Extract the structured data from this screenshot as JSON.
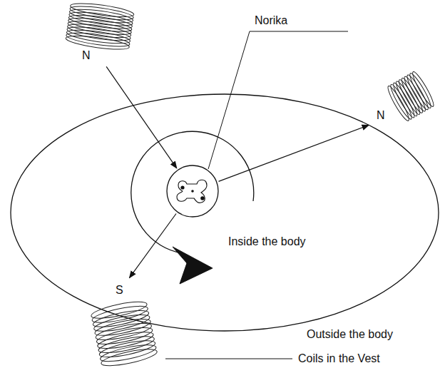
{
  "diagram": {
    "nodes": [
      {
        "text": [
          "N"
        ]
      },
      {
        "text": [
          "Inside the body"
        ]
      },
      {
        "text": [
          "Norika"
        ],
        "in": 1
      },
      {
        "text": [
          "N"
        ]
      },
      {
        "text": [
          "S"
        ]
      }
    ],
    "edges": [
      {
        "from": 0,
        "to": 2,
        "arrow": "to"
      },
      {
        "from": 2,
        "to": 3,
        "arrow": "to"
      },
      {
        "from": 2,
        "to": 4,
        "arrow": "to"
      }
    ],
    "labels": [
      "Outside the body",
      "Coils in the Vest"
    ]
  }
}
